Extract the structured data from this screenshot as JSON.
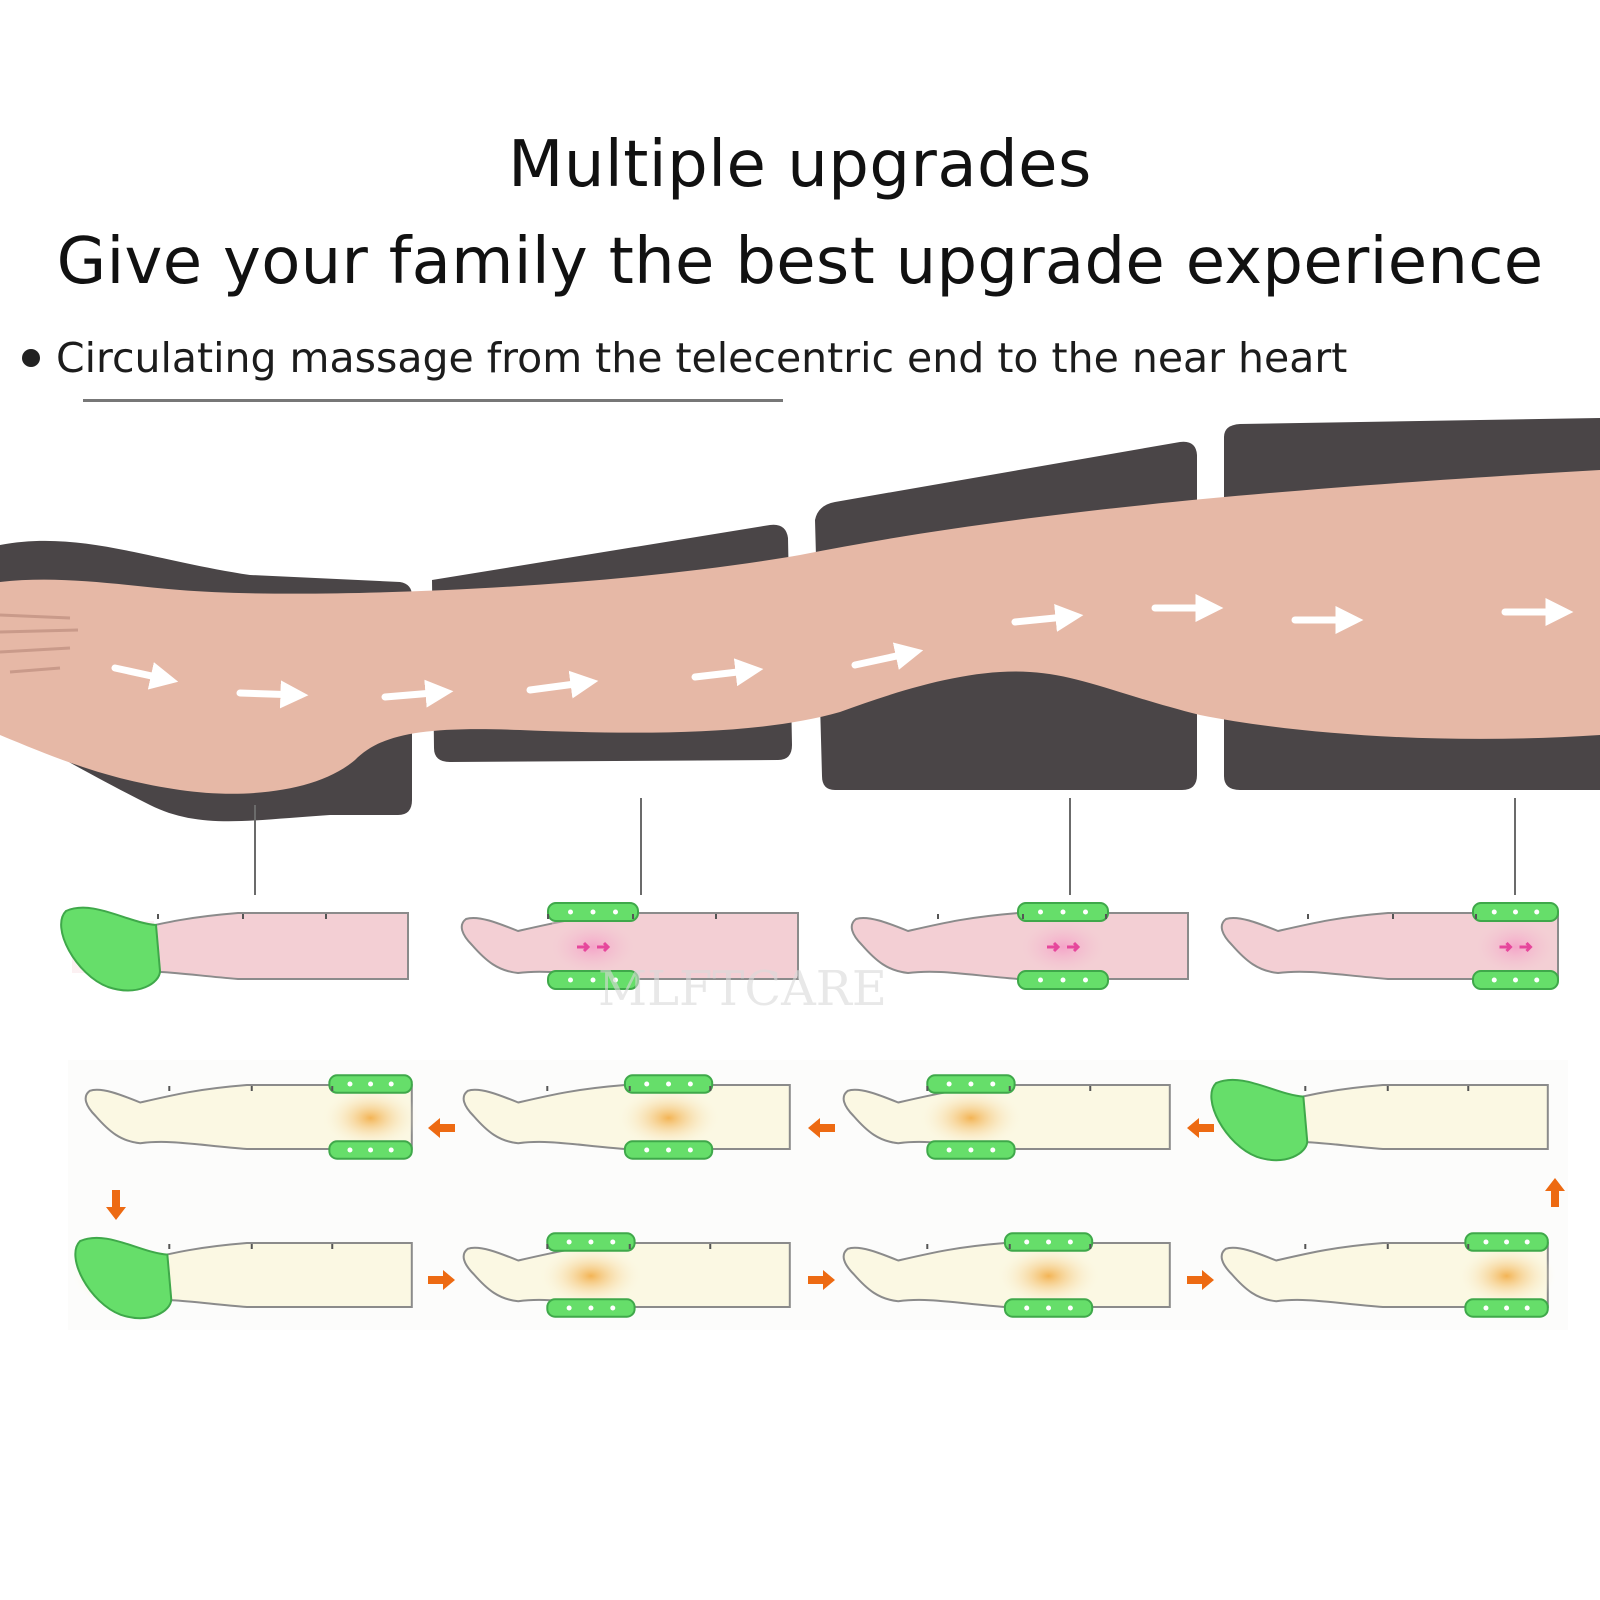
{
  "header": {
    "title": "Multiple upgrades",
    "subtitle": "Give your family the best upgrade experience",
    "bullet": "Circulating massage from the telecentric end to the near heart"
  },
  "diagram": {
    "flow_direction": "foot-to-thigh",
    "segments": [
      "foot",
      "calf",
      "knee",
      "thigh"
    ],
    "sequence_steps": 8,
    "watermark": "MLFTCARE"
  },
  "colors": {
    "sleeve": "#4a4547",
    "skin": "#e6b8a6",
    "skin_light": "#f3cfd4",
    "chamber_green": "#66de6a",
    "pressure_pink": "#e6479c",
    "heat_orange": "#f3b455",
    "arrow_orange": "#ed6a12",
    "leg_cream": "#fbf8e3"
  }
}
